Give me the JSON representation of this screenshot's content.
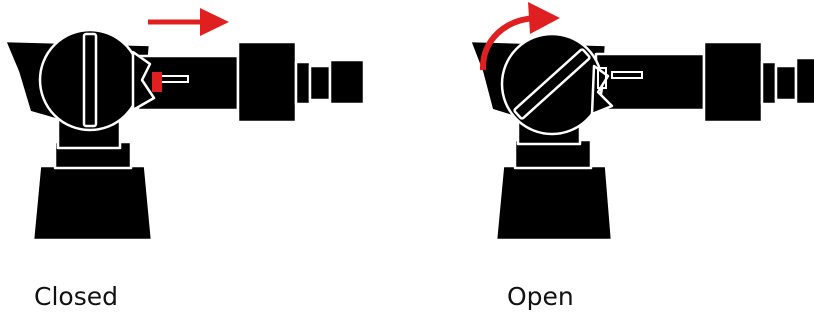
{
  "captions": {
    "closed": "Closed",
    "open": "Open"
  },
  "colors": {
    "body": "#000000",
    "outline": "#ffffff",
    "arrow": "#e02020",
    "indicator": "#e02020",
    "text": "#111111"
  },
  "states": [
    {
      "name": "closed",
      "handle": "vertical",
      "arrow": "straight-right",
      "indicator": "red"
    },
    {
      "name": "open",
      "handle": "diagonal",
      "arrow": "curved-clockwise",
      "indicator": "white"
    }
  ]
}
